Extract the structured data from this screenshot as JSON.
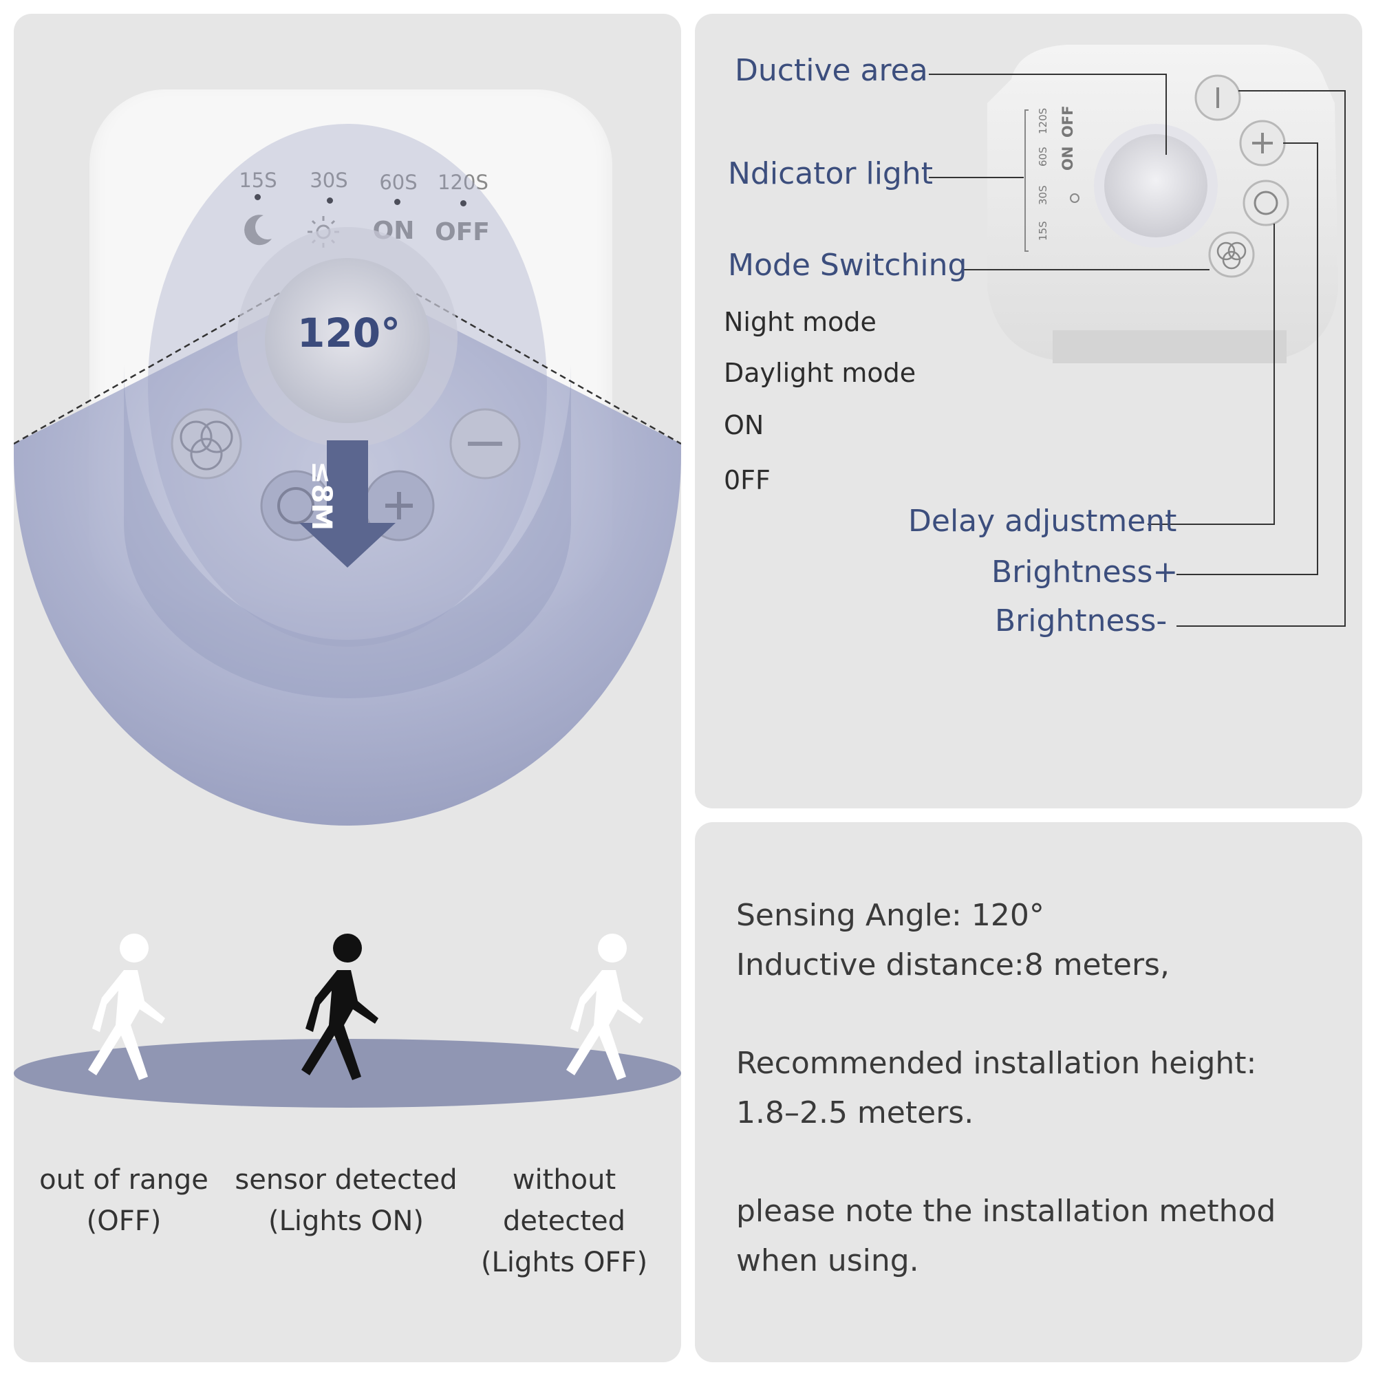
{
  "device": {
    "led_timers": [
      "15S",
      "30S",
      "60S",
      "120S"
    ],
    "led_on": "ON",
    "led_off": "OFF",
    "angle": "120°",
    "distance": "≤8M"
  },
  "walkers": [
    {
      "line1": "out of range",
      "line2": "(OFF)"
    },
    {
      "line1": "sensor detected",
      "line2": "(Lights ON)"
    },
    {
      "line1": "without detected",
      "line2": "(Lights OFF)"
    }
  ],
  "callouts": {
    "ductive_area": "Ductive area",
    "indicator_light": "Ndicator light",
    "mode_switching": "Mode Switching",
    "delay_adjustment": "Delay adjustment",
    "brightness_plus": "Brightness+",
    "brightness_minus": "Brightness-"
  },
  "modes": [
    "Night mode",
    "Daylight mode",
    "ON",
    "0FF"
  ],
  "device_small": {
    "timers": [
      "120S",
      "60S",
      "30S",
      "15S"
    ],
    "on": "ON",
    "off": "OFF"
  },
  "specs": {
    "angle": "Sensing Angle: 120°",
    "distance": "Inductive distance:8 meters,",
    "height_label": "Recommended installation height:",
    "height_value": "1.8–2.5 meters.",
    "note_1": "please note the installation method",
    "note_2": "when using."
  },
  "colors": {
    "panel_bg": "#e6e6e6",
    "beam": "#7f86ad",
    "label_blue": "#3c4e7d"
  }
}
